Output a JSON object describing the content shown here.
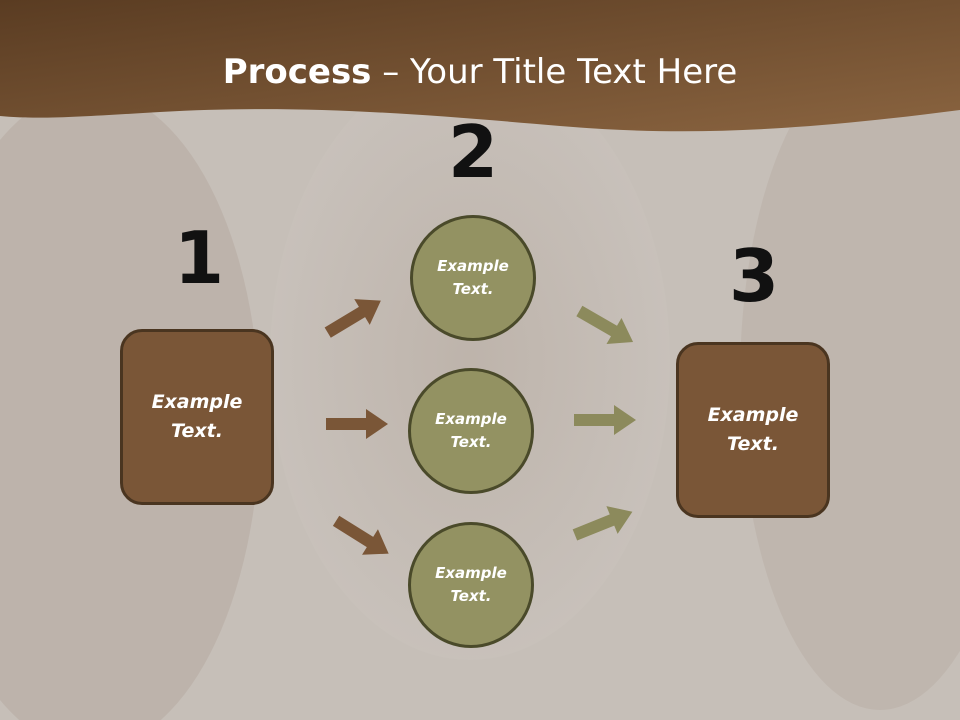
{
  "title": {
    "bold": "Process",
    "rest": " – Your Title Text Here"
  },
  "numbers": {
    "one": "1",
    "two": "2",
    "three": "3"
  },
  "left_box": {
    "text": "Example\nText."
  },
  "right_box": {
    "text": "Example\nText."
  },
  "circles": [
    {
      "text": "Example\nText."
    },
    {
      "text": "Example\nText."
    },
    {
      "text": "Example\nText."
    }
  ],
  "colors": {
    "header_brown": "#6e4a2c",
    "background": "#c9c2bc",
    "box_brown": "#7a5637",
    "circle_olive": "#939262",
    "arrow_brown": "#7a5637",
    "arrow_olive": "#8c8a5c"
  }
}
